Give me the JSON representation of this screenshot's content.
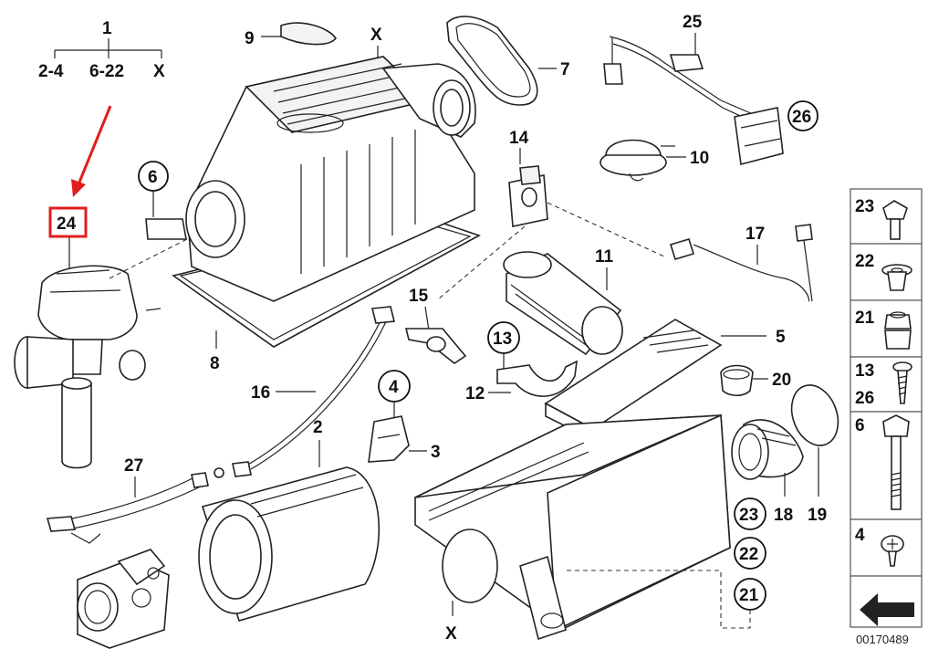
{
  "header": {
    "assembly_number": "1",
    "sub_ranges": [
      "2-4",
      "6-22",
      "X"
    ]
  },
  "callouts": {
    "p2": "2",
    "p3": "3",
    "p4": "4",
    "p5": "5",
    "p6": "6",
    "p7": "7",
    "p8": "8",
    "p9": "9",
    "p10": "10",
    "p11": "11",
    "p12": "12",
    "p13": "13",
    "p14": "14",
    "p15": "15",
    "p16": "16",
    "p17": "17",
    "p18": "18",
    "p19": "19",
    "p20": "20",
    "p21": "21",
    "p22": "22",
    "p23": "23",
    "p24": "24",
    "p25": "25",
    "p26": "26",
    "p27": "27",
    "x_top": "X",
    "x_bottom": "X"
  },
  "hardware_panel": [
    {
      "label": "23"
    },
    {
      "label": "22"
    },
    {
      "label": "21"
    },
    {
      "label": "13",
      "label2": "26"
    },
    {
      "label": "6"
    },
    {
      "label": "4"
    }
  ],
  "footer": {
    "image_number": "00170489"
  },
  "colors": {
    "highlight": "#e11d1d",
    "outline": "#222222"
  }
}
